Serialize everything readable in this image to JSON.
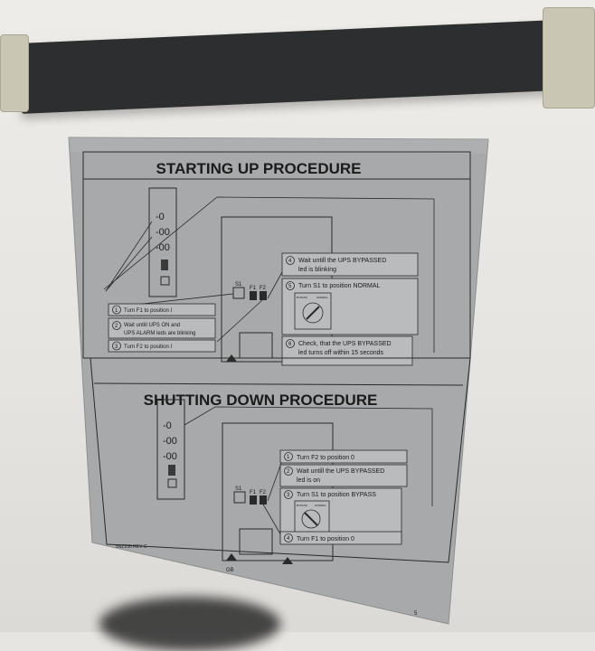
{
  "sections": {
    "start": {
      "title": "STARTING UP PROCEDURE",
      "steps": [
        {
          "num": "1",
          "text": "Turn F1 to position I"
        },
        {
          "num": "2",
          "text": "Wait untill UPS ON and",
          "text2": "UPS ALARM leds are blinking"
        },
        {
          "num": "3",
          "text": "Turn F2 to position I"
        },
        {
          "num": "4",
          "text": "Wait untill the UPS BYPASSED",
          "text2": "led is blinking"
        },
        {
          "num": "5",
          "text": "Turn S1 to position NORMAL"
        },
        {
          "num": "6",
          "text": "Check, that the UPS BYPASSED",
          "text2": "led turns off within 15 seconds"
        }
      ],
      "switch_labels": [
        "BYPASS",
        "NORMAL"
      ]
    },
    "stop": {
      "title": "SHUTTING DOWN PROCEDURE",
      "steps": [
        {
          "num": "1",
          "text": "Turn F2 to position 0"
        },
        {
          "num": "2",
          "text": "Wait untill the UPS BYPASSED",
          "text2": "led is on"
        },
        {
          "num": "3",
          "text": "Turn S1 to position BYPASS"
        },
        {
          "num": "4",
          "text": "Turn F1 to position 0"
        }
      ],
      "switch_labels": [
        "BYPASS",
        "NORMAL"
      ]
    }
  },
  "panel_labels": {
    "s1": "S1",
    "f1": "F1",
    "f2": "F2"
  },
  "footer": {
    "doc_code": "5NZ230 REV C",
    "lang": "GB",
    "page": "5"
  },
  "colors": {
    "plate": "#a7a9ab",
    "ink": "#1b1b1b",
    "strap": "#2c2e30",
    "wall": "#e7e5e1"
  }
}
